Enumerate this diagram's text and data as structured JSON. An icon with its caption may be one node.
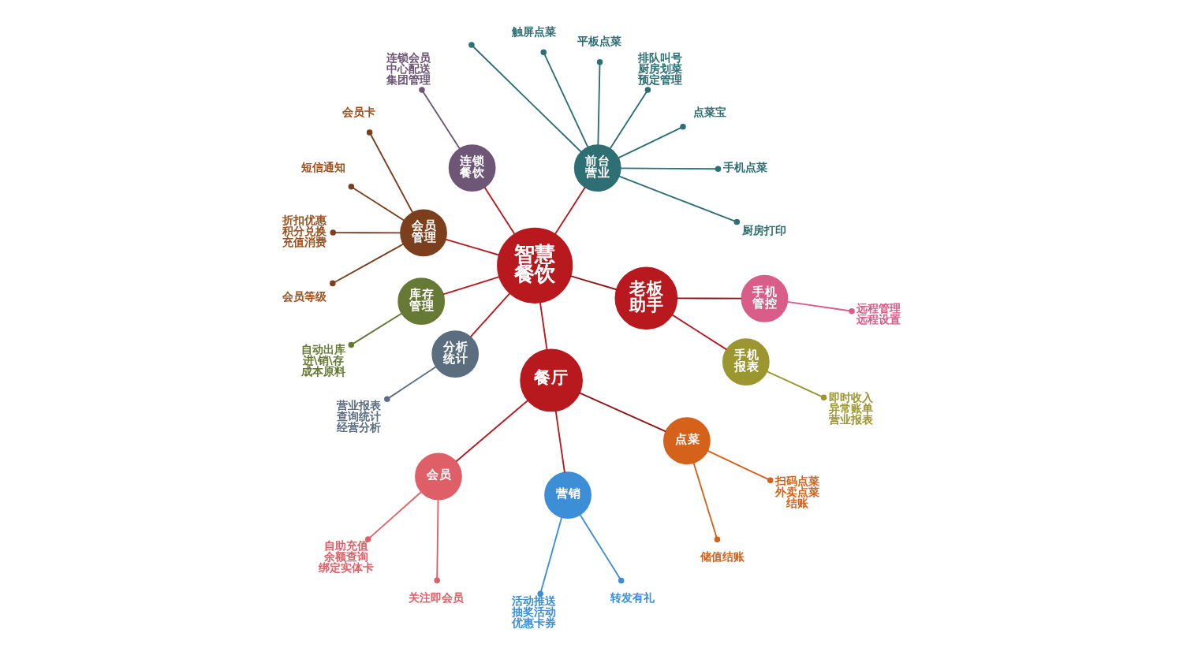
{
  "diagram": {
    "nodes": [
      {
        "text": [
          "智慧餐饮"
        ]
      },
      {
        "text": [
          "前台营业"
        ]
      },
      {
        "text": [
          "厨房打印"
        ]
      },
      {
        "text": [
          "手机点菜"
        ]
      },
      {
        "text": [
          "点菜宝"
        ]
      },
      {
        "text": [
          "排队叫号",
          "厨房划菜",
          "预定管理"
        ]
      },
      {
        "text": [
          "平板点菜"
        ]
      },
      {
        "text": [
          "触屏点菜"
        ]
      },
      {
        "text": [
          "连锁餐饮"
        ]
      },
      {
        "text": [
          "连锁会员",
          "中心配送",
          "集团管理"
        ]
      },
      {
        "text": [
          "会员管理"
        ]
      },
      {
        "text": [
          "会员卡"
        ]
      },
      {
        "text": [
          "短信通知"
        ]
      },
      {
        "text": [
          "折扣优惠",
          "积分兑换",
          "充值消费"
        ]
      },
      {
        "text": [
          "会员等级"
        ]
      },
      {
        "text": [
          "库存管理"
        ]
      },
      {
        "text": [
          "自动出库",
          "进\\销\\存",
          "成本原料"
        ]
      },
      {
        "text": [
          "分析统计"
        ]
      },
      {
        "text": [
          "营业报表",
          "查询统计",
          "经营分析"
        ]
      },
      {
        "text": [
          "餐厅"
        ]
      },
      {
        "text": [
          "会员"
        ]
      },
      {
        "text": [
          "自助充值",
          "余额查询",
          "绑定实体卡"
        ]
      },
      {
        "text": [
          "关注即会员"
        ]
      },
      {
        "text": [
          "营销"
        ]
      },
      {
        "text": [
          "活动推送",
          "抽奖活动",
          "优惠卡券"
        ]
      },
      {
        "text": [
          "转发有礼"
        ]
      },
      {
        "text": [
          "点菜"
        ]
      },
      {
        "text": [
          "储值结账"
        ]
      },
      {
        "text": [
          "扫码点菜",
          "外卖点菜",
          "结账"
        ]
      },
      {
        "text": [
          "老板助手"
        ]
      },
      {
        "text": [
          "手机报表"
        ]
      },
      {
        "text": [
          "即时收入",
          "异常账单",
          "营业报表"
        ]
      },
      {
        "text": [
          "手机管控"
        ]
      },
      {
        "text": [
          "远程管理",
          "远程设置"
        ]
      }
    ],
    "edges": [
      {
        "from": 0,
        "to": 10,
        "arrow": "none",
        "color": "#b8191e"
      },
      {
        "from": 0,
        "to": 8,
        "arrow": "none",
        "color": "#b8191e"
      },
      {
        "from": 0,
        "to": 1,
        "arrow": "none",
        "color": "#b8191e"
      },
      {
        "from": 0,
        "to": 15,
        "arrow": "none",
        "color": "#b8191e"
      },
      {
        "from": 0,
        "to": 19,
        "arrow": "none",
        "color": "#b8191e"
      },
      {
        "from": 0,
        "to": 29,
        "arrow": "none",
        "color": "#8e1418"
      },
      {
        "from": 0,
        "to": 17,
        "arrow": "none",
        "color": "#b8191e"
      },
      {
        "from": 1,
        "to": 2,
        "arrow": "other",
        "color": "#2e6f73"
      },
      {
        "from": 1,
        "to": 3,
        "arrow": "other",
        "color": "#2e6f73"
      },
      {
        "from": 1,
        "to": 4,
        "arrow": "other",
        "color": "#2e6f73"
      },
      {
        "from": 1,
        "to": null,
        "arrow": "other",
        "color": "#2e6f73"
      },
      {
        "from": 1,
        "to": 5,
        "arrow": "other",
        "color": "#2e6f73"
      },
      {
        "from": 1,
        "to": 6,
        "arrow": "other",
        "color": "#2e6f73"
      },
      {
        "from": 1,
        "to": 7,
        "arrow": "other",
        "color": "#2e6f73"
      },
      {
        "from": 8,
        "to": 9,
        "arrow": "other",
        "color": "#6e5677"
      },
      {
        "from": 10,
        "to": 11,
        "arrow": "other",
        "color": "#7b3f1d"
      },
      {
        "from": 10,
        "to": 12,
        "arrow": "other",
        "color": "#7b3f1d"
      },
      {
        "from": 10,
        "to": 13,
        "arrow": "other",
        "color": "#7b3f1d"
      },
      {
        "from": 10,
        "to": 14,
        "arrow": "other",
        "color": "#7b3f1d"
      },
      {
        "from": 15,
        "to": 16,
        "arrow": "other",
        "color": "#667a35"
      },
      {
        "from": 17,
        "to": 18,
        "arrow": "other",
        "color": "#5b6e80"
      },
      {
        "from": 19,
        "to": 20,
        "arrow": "none",
        "color": "#b8191e"
      },
      {
        "from": 19,
        "to": 23,
        "arrow": "none",
        "color": "#b8191e"
      },
      {
        "from": 19,
        "to": 26,
        "arrow": "none",
        "color": "#8e1418"
      },
      {
        "from": 20,
        "to": 21,
        "arrow": "other",
        "color": "#df5f68"
      },
      {
        "from": 20,
        "to": 22,
        "arrow": "other",
        "color": "#df5f68"
      },
      {
        "from": 23,
        "to": 24,
        "arrow": "other",
        "color": "#3c8fd6"
      },
      {
        "from": 23,
        "to": 25,
        "arrow": "other",
        "color": "#3c8fd6"
      },
      {
        "from": 26,
        "to": 27,
        "arrow": "other",
        "color": "#d4621a"
      },
      {
        "from": 26,
        "to": 28,
        "arrow": "other",
        "color": "#d4621a"
      },
      {
        "from": 29,
        "to": 30,
        "arrow": "none",
        "color": "#b8191e"
      },
      {
        "from": 29,
        "to": 32,
        "arrow": "none",
        "color": "#8e1418"
      },
      {
        "from": 30,
        "to": 31,
        "arrow": "other",
        "color": "#9c9631"
      },
      {
        "from": 32,
        "to": 33,
        "arrow": "other",
        "color": "#d85d88"
      }
    ]
  }
}
